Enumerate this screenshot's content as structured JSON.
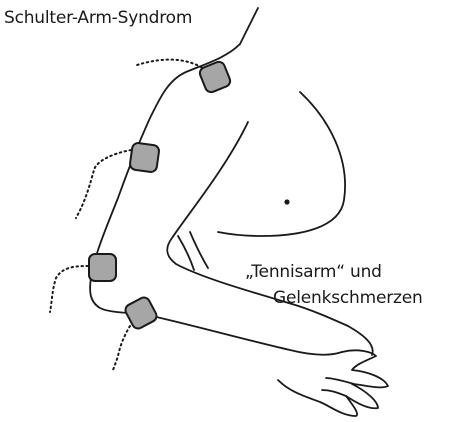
{
  "labels": {
    "shoulder": "Schulter-Arm-Syndrom",
    "elbow_line1": "„Tennisarm“ und",
    "elbow_line2": "Gelenkschmerzen"
  },
  "electrode_count": 4,
  "colors": {
    "outline": "#1a1a1a",
    "electrode_fill": "#a6a6a6",
    "background": "#ffffff"
  }
}
